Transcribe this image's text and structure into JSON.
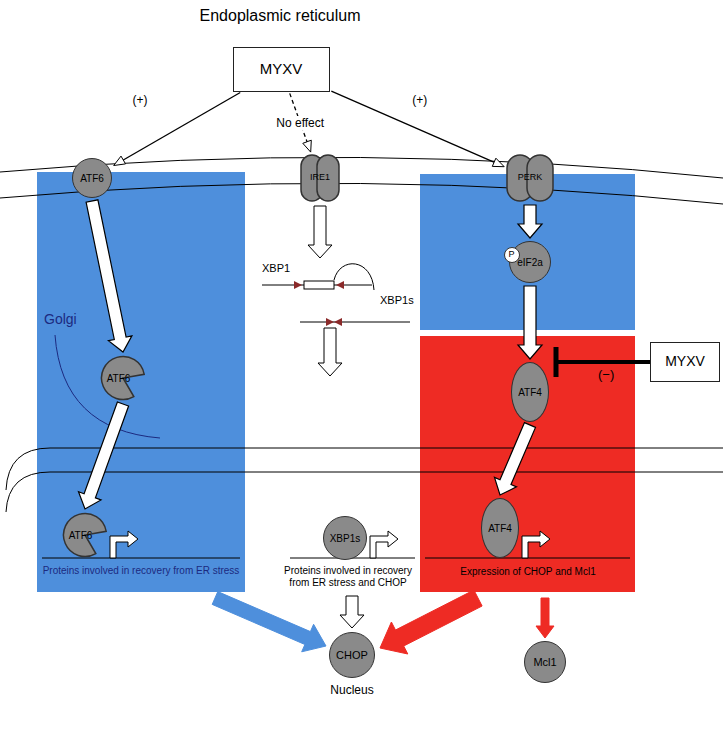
{
  "diagram": {
    "nodes": [
      {
        "text": [
          "MYXV"
        ]
      },
      {
        "text": [
          "ATF6"
        ]
      },
      {
        "text": [
          "IRE1"
        ]
      },
      {
        "text": [
          "PERK"
        ]
      },
      {
        "text": [
          "ATF6"
        ]
      },
      {
        "text": [
          "eIF2a"
        ]
      },
      {
        "text": [
          "P"
        ],
        "in": 5
      },
      {
        "text": [
          "MYXV"
        ]
      },
      {
        "text": [
          "ATF4"
        ]
      },
      {
        "text": [
          "ATF6"
        ]
      },
      {
        "text": [
          "XBP1s"
        ]
      },
      {
        "text": [
          "ATF4"
        ]
      },
      {
        "text": [
          "CHOP"
        ]
      },
      {
        "text": [
          "Mcl1"
        ]
      }
    ],
    "edges": [
      {
        "from": 0,
        "to": 1,
        "label": "(+)",
        "arrow": "to"
      },
      {
        "from": 0,
        "to": 2,
        "label": "No effect",
        "arrow": "to"
      },
      {
        "from": 0,
        "to": 3,
        "label": "(+)",
        "arrow": "to"
      },
      {
        "from": 1,
        "to": 4,
        "arrow": "to"
      },
      {
        "from": 4,
        "to": 9,
        "arrow": "to"
      },
      {
        "from": 3,
        "to": 5,
        "arrow": "to"
      },
      {
        "from": 5,
        "to": 8,
        "arrow": "to"
      },
      {
        "from": 8,
        "to": 11,
        "arrow": "to"
      }
    ],
    "labels": [
      "Endoplasmic reticulum",
      "Golgi",
      "XBP1",
      "XBP1s",
      "(−)",
      "Proteins involved in recovery from ER stress",
      "Proteins involved in recovery from ER stress and CHOP",
      "Expression of CHOP and Mcl1",
      "Nucleus"
    ]
  }
}
